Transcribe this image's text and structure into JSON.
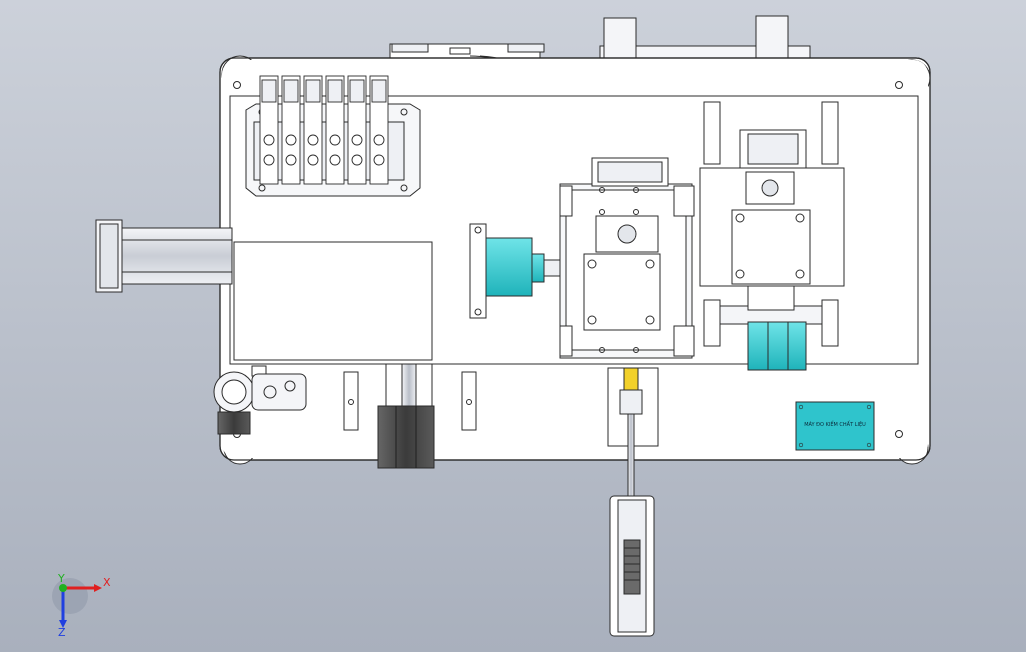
{
  "view": {
    "background_top": "#ccd1da",
    "background_bottom": "#a9b0bd",
    "line_color": "#2b2b2b",
    "plate_color": "#ffffff",
    "metal_color": "#e6e8ec",
    "accent_cyan": "#3fd1d6",
    "accent_yellow": "#f2d12a",
    "dark_part": "#4a4a4a"
  },
  "nameplate": {
    "text": "MÁY ĐO KIỂM CHẤT LIỆU"
  },
  "triad": {
    "x_label": "X",
    "y_label": "Y",
    "z_label": "Z",
    "x_color": "#e02020",
    "y_color": "#20b020",
    "z_color": "#2040e0"
  }
}
